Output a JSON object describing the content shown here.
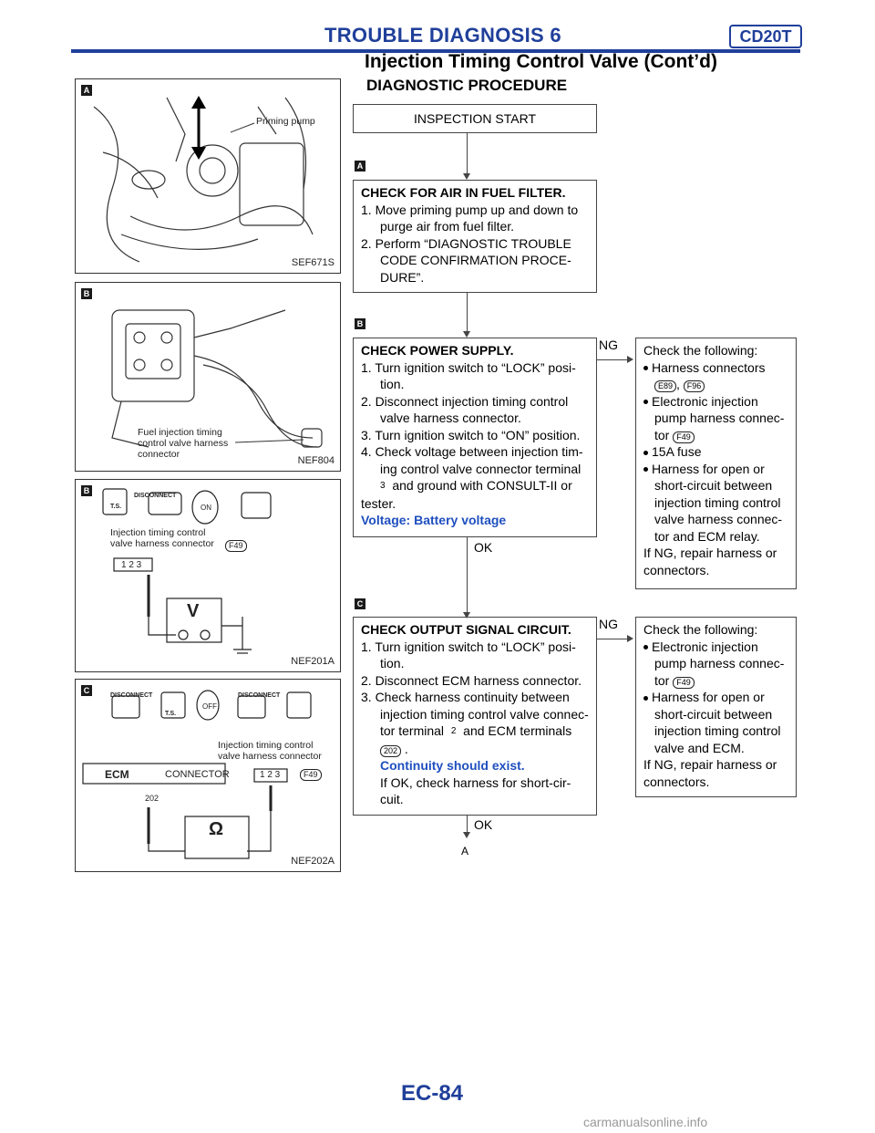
{
  "header": {
    "section_title": "TROUBLE DIAGNOSIS 6",
    "engine_code": "CD20T",
    "subtitle": "Injection Timing Control Valve (Cont’d)"
  },
  "procedure_title": "DIAGNOSTIC PROCEDURE",
  "figures": {
    "fig1": {
      "tab": "A",
      "label": "Priming pump",
      "code": "SEF671S"
    },
    "fig2": {
      "tab": "B",
      "label_l1": "Fuel injection timing",
      "label_l2": "control valve harness",
      "label_l3": "connector",
      "code": "NEF804"
    },
    "fig3": {
      "tab": "B",
      "disconnect": "DISCONNECT",
      "ts": "T.S.",
      "on": "ON",
      "label_l1": "Injection timing control",
      "label_l2": "valve harness connector",
      "connector": "F49",
      "pins": "1 2 3",
      "meter": "V",
      "code": "NEF201A"
    },
    "fig4": {
      "tab": "C",
      "disconnect1": "DISCONNECT",
      "disconnect2": "DISCONNECT",
      "ts": "T.S.",
      "off": "OFF",
      "label_l1": "Injection timing control",
      "label_l2": "valve harness connector",
      "ecm": "ECM",
      "ecm_connector": "CONNECTOR",
      "connector": "F49",
      "pins": "1 2 3",
      "terminal": "202",
      "meter": "Ω",
      "code": "NEF202A"
    }
  },
  "flow": {
    "start": "INSPECTION START",
    "stepA": "A",
    "stepB": "B",
    "stepC": "C",
    "box1": {
      "title": "CHECK FOR AIR IN FUEL FILTER.",
      "l1": "1. Move priming pump up and down to",
      "l2": "purge air from fuel filter.",
      "l3": "2. Perform “DIAGNOSTIC TROUBLE",
      "l4": "CODE CONFIRMATION PROCE-",
      "l5": "DURE”."
    },
    "box2": {
      "title": "CHECK POWER SUPPLY.",
      "l1": "1. Turn ignition switch to “LOCK” posi-",
      "l2": "tion.",
      "l3": "2. Disconnect injection timing control",
      "l4": "valve harness connector.",
      "l5": "3. Turn ignition switch to “ON” position.",
      "l6": "4. Check voltage between injection tim-",
      "l7": "ing control valve connector terminal",
      "l8_term": "3",
      "l8": "and ground with CONSULT-II or",
      "l9": "tester.",
      "spec": "Voltage: Battery voltage"
    },
    "ng": "NG",
    "ok": "OK",
    "side2": {
      "title": "Check the following:",
      "b1": "Harness connectors",
      "c1": "E89",
      "c2": "F96",
      "b2a": "Electronic injection",
      "b2b": "pump harness connec-",
      "b2c": "tor",
      "c3": "F49",
      "b3": "15A fuse",
      "b4a": "Harness for open or",
      "b4b": "short-circuit between",
      "b4c": "injection timing control",
      "b4d": "valve harness connec-",
      "b4e": "tor and ECM relay.",
      "f1": "If NG, repair harness or",
      "f2": "connectors."
    },
    "box3": {
      "title": "CHECK OUTPUT SIGNAL CIRCUIT.",
      "l1": "1. Turn ignition switch to “LOCK” posi-",
      "l2": "tion.",
      "l3": "2. Disconnect ECM harness connector.",
      "l4": "3. Check harness continuity between",
      "l5": "injection timing control valve connec-",
      "l6a": "tor terminal",
      "l6_term": "2",
      "l6b": "and ECM terminals",
      "l7_term": "202",
      "spec": "Continuity should exist.",
      "l8": "If OK, check harness for short-cir-",
      "l9": "cuit."
    },
    "side3": {
      "title": "Check the following:",
      "b1a": "Electronic injection",
      "b1b": "pump harness connec-",
      "b1c": "tor",
      "c1": "F49",
      "b2a": "Harness for open or",
      "b2b": "short-circuit between",
      "b2c": "injection timing control",
      "b2d": "valve and ECM.",
      "f1": "If NG, repair harness or",
      "f2": "connectors."
    },
    "end": "A"
  },
  "footer": {
    "page": "EC-84",
    "watermark": "carmanualsonline.info"
  }
}
